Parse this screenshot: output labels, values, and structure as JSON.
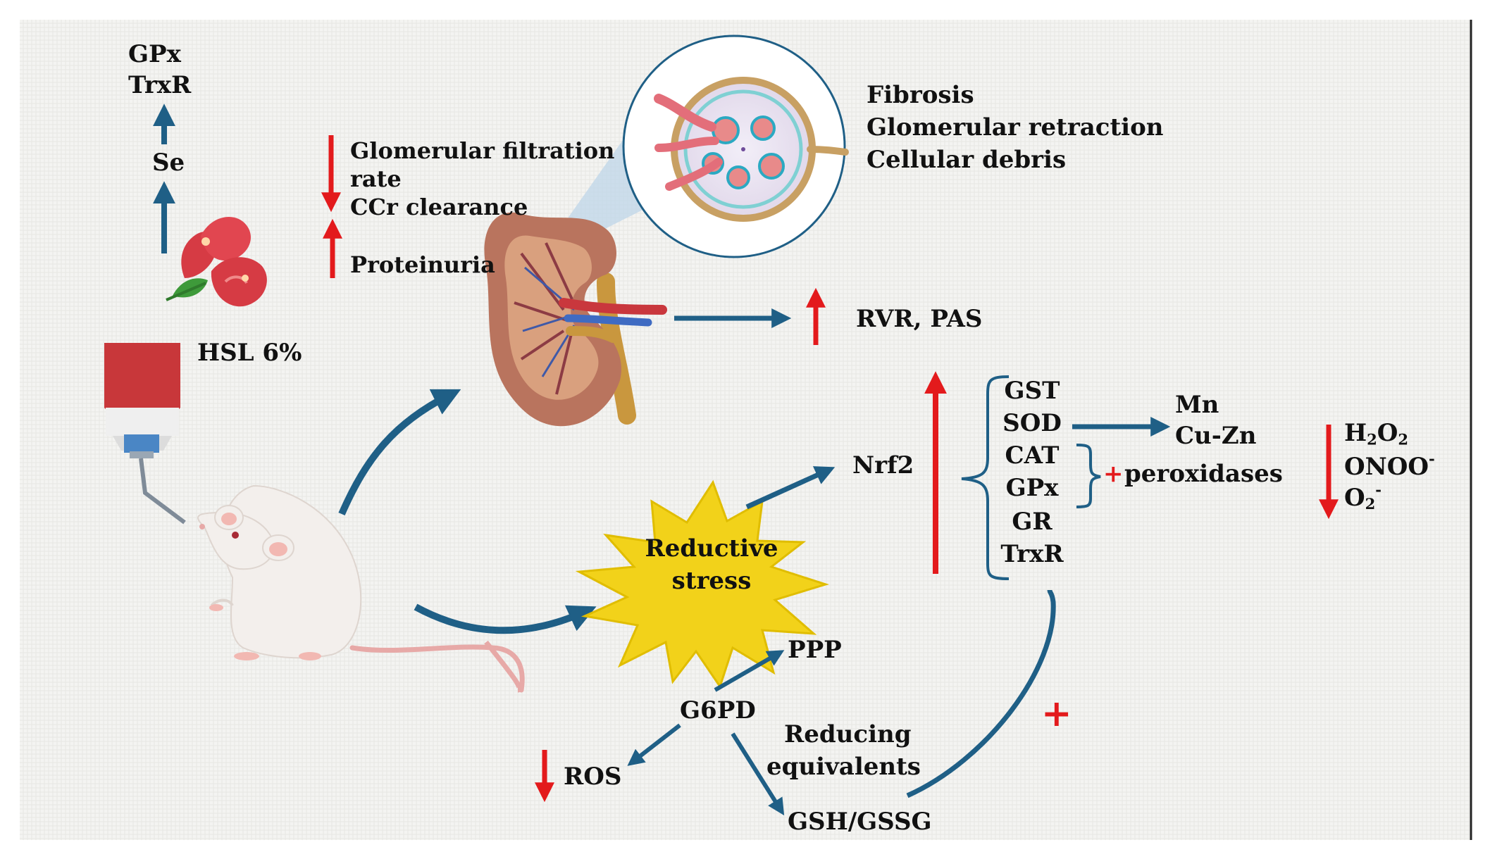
{
  "top_left": {
    "gpx": "GPx",
    "trxr": "TrxR",
    "se": "Se",
    "hsl": "HSL 6%"
  },
  "renal_function": {
    "gfr_line1": "Glomerular filtration",
    "gfr_line2": "rate",
    "ccr": "CCr clearance",
    "proteinuria": "Proteinuria"
  },
  "histology": {
    "fibrosis": "Fibrosis",
    "retraction": "Glomerular retraction",
    "debris": "Cellular debris"
  },
  "hemodynamics": {
    "rvr_pas": "RVR, PAS"
  },
  "nrf2_panel": {
    "nrf2": "Nrf2",
    "enzymes": [
      "GST",
      "SOD",
      "CAT",
      "GPx",
      "GR",
      "TrxR"
    ],
    "sod_forms": [
      "Mn",
      "Cu-Zn"
    ],
    "plus": "+",
    "peroxidases": "peroxidases",
    "species": {
      "h2o2": {
        "base": "H",
        "sub1": "2",
        "mid": "O",
        "sub2": "2"
      },
      "onoo": {
        "base": "ONOO",
        "sup": "-"
      },
      "o2": {
        "base": "O",
        "sub": "2",
        "sup": "-"
      }
    }
  },
  "metabolism": {
    "reductive_line1": "Reductive",
    "reductive_line2": "stress",
    "ppp": "PPP",
    "g6pd": "G6PD",
    "ros": "ROS",
    "reducing_line1": "Reducing",
    "reducing_line2": "equivalents",
    "gsh_gssg": "GSH/GSSG",
    "plus": "+"
  },
  "colors": {
    "up_down_arrow": "#e31a1c",
    "flow_arrow": "#1f5f86",
    "starburst": "#f2d21a",
    "kidney_cortex": "#b9745e",
    "kidney_medulla": "#d9a07e",
    "vial": "#c8373a"
  }
}
